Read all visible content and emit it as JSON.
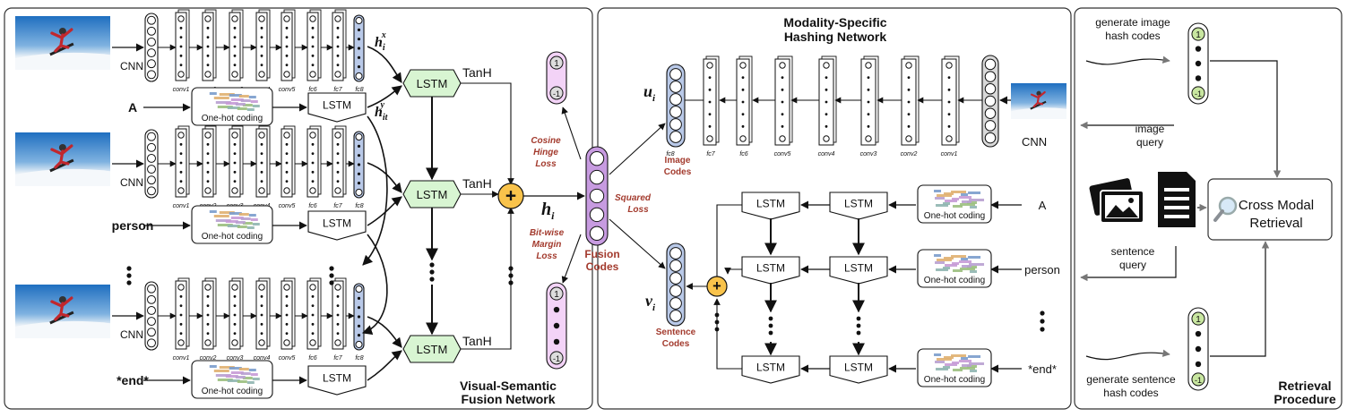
{
  "panels": {
    "fusion_title_1": "Visual-Semantic",
    "fusion_title_2": "Fusion Network",
    "hashing_title_1": "Modality-Specific",
    "hashing_title_2": "Hashing Network",
    "retrieval_title_1": "Retrieval",
    "retrieval_title_2": "Procedure"
  },
  "fusion": {
    "cnn_label": "CNN",
    "conv_labels": [
      "conv1",
      "conv2",
      "conv3",
      "conv4",
      "conv5",
      "fc6",
      "fc7",
      "fc8"
    ],
    "words": [
      "A",
      "person",
      "*end*"
    ],
    "onehot_label": "One-hot coding",
    "lstm_label": "LSTM",
    "tanh_label": "TanH",
    "h_x": "h",
    "h_x_sub": "i",
    "h_x_sup": "x",
    "h_y": "h",
    "h_y_sub": "it",
    "h_y_sup": "y",
    "h_i": "h",
    "h_i_sub": "i",
    "plus": "+",
    "loss_cosine": [
      "Cosine",
      "Hinge",
      "Loss"
    ],
    "loss_bitwise": [
      "Bit-wise",
      "Margin",
      "Loss"
    ],
    "loss_squared": [
      "Squared",
      "Loss"
    ],
    "fusion_codes": [
      "Fusion",
      "Codes"
    ],
    "code_top": "1",
    "code_bottom": "-1"
  },
  "hashing": {
    "conv_labels": [
      "fc8",
      "fc7",
      "fc6",
      "conv5",
      "conv4",
      "conv3",
      "conv2",
      "conv1"
    ],
    "cnn_label": "CNN",
    "u": "u",
    "u_sub": "i",
    "v": "v",
    "v_sub": "i",
    "image_codes": [
      "Image",
      "Codes"
    ],
    "sentence_codes": [
      "Sentence",
      "Codes"
    ],
    "words": [
      "A",
      "person",
      "*end*"
    ],
    "onehot_label": "One-hot coding",
    "lstm_label": "LSTM"
  },
  "retrieval": {
    "gen_image": [
      "generate image",
      "hash codes"
    ],
    "gen_sentence": [
      "generate sentence",
      "hash codes"
    ],
    "image_query": [
      "image",
      "query"
    ],
    "sentence_query": [
      "sentence",
      "query"
    ],
    "cross_modal": [
      "Cross Modal",
      "Retrieval"
    ],
    "code_top": "1",
    "code_bottom": "-1"
  }
}
